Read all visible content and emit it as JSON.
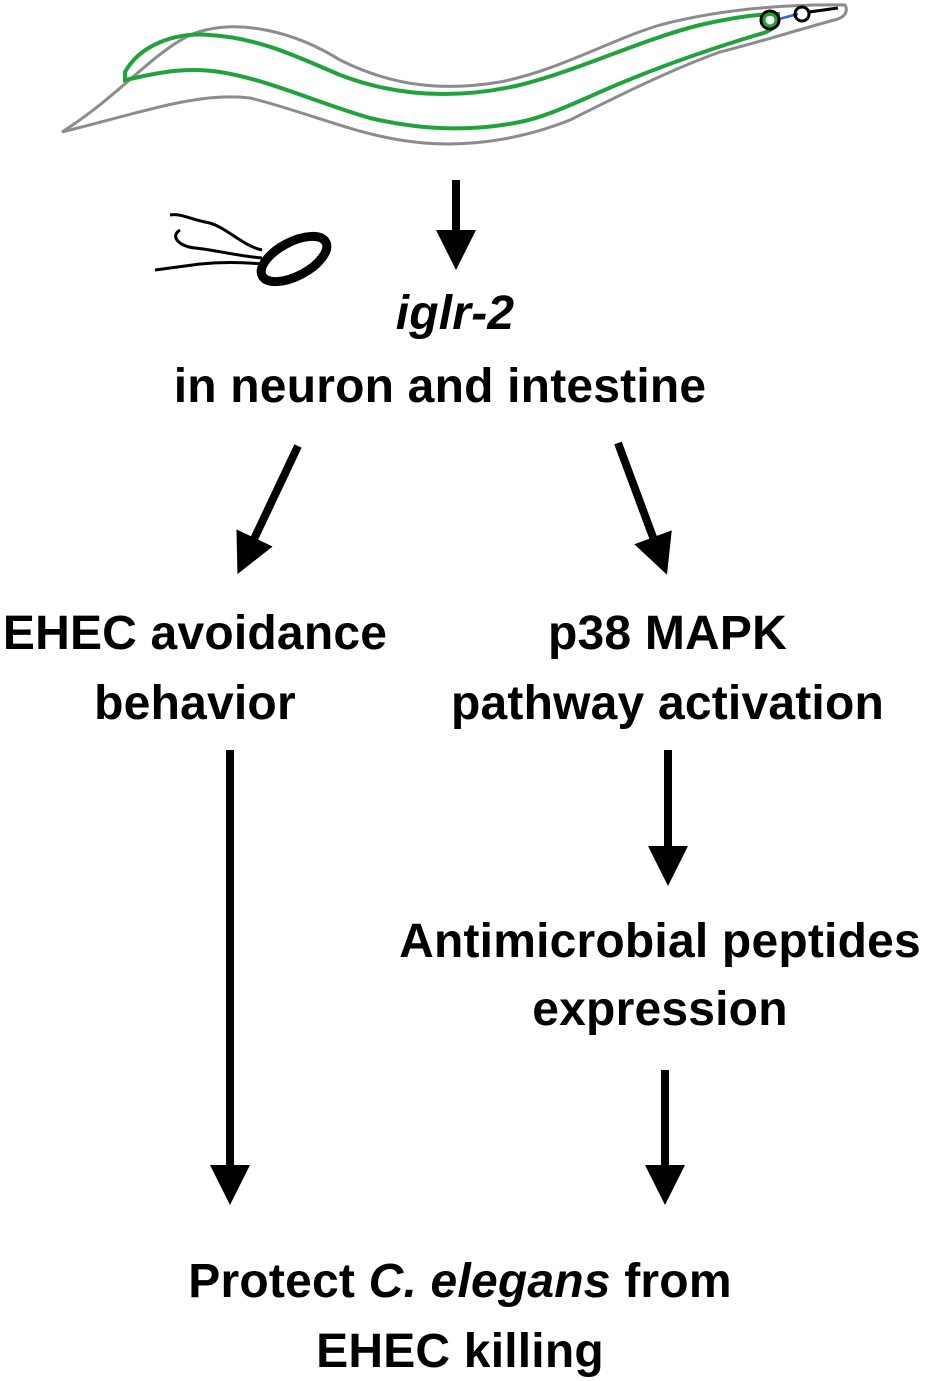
{
  "gene": {
    "name": "iglr-2",
    "location": "in neuron and intestine"
  },
  "left_branch": {
    "line1": "EHEC avoidance",
    "line2": "behavior"
  },
  "right_branch": {
    "line1": "p38 MAPK",
    "line2": "pathway activation",
    "line3": "Antimicrobial peptides",
    "line4": "expression"
  },
  "outcome": {
    "prefix": "Protect ",
    "organism": "C. elegans",
    "suffix": " from",
    "line2": "EHEC killing"
  },
  "colors": {
    "worm_outline": "#8c8c8c",
    "worm_gut": "#1fa33a",
    "worm_nerve": "#3a5fd0",
    "ink": "#000000"
  }
}
